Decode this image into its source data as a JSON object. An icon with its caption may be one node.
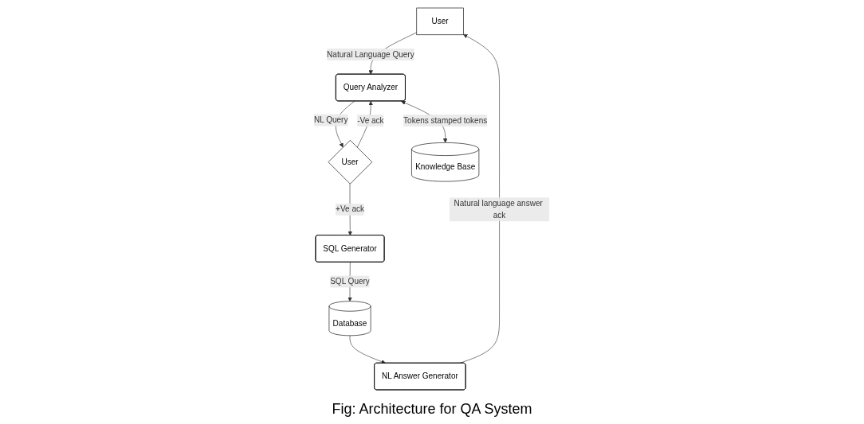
{
  "diagram": {
    "caption": "Fig: Architecture for QA System",
    "nodes": [
      {
        "text": [
          "User"
        ]
      },
      {
        "text": [
          "Query Analyzer"
        ]
      },
      {
        "text": [
          "User"
        ]
      },
      {
        "text": [
          "NL Answer Generator"
        ]
      },
      {
        "text": [
          "Knowledge Base"
        ]
      },
      {
        "text": [
          "SQL Generator"
        ]
      },
      {
        "text": [
          "Database"
        ]
      }
    ],
    "edges": [
      {
        "from": 0,
        "to": 1,
        "arrow": "to",
        "label": "Natural Language Query"
      },
      {
        "from": 1,
        "to": 2,
        "arrow": "to",
        "label": "NL Query"
      },
      {
        "from": 2,
        "to": 1,
        "arrow": "to",
        "label": "-Ve ack"
      },
      {
        "from": 1,
        "to": 4,
        "arrow": "both",
        "label": "Tokens stamped tokens"
      },
      {
        "from": 2,
        "to": 5,
        "arrow": "to",
        "label": "+Ve ack"
      },
      {
        "from": 5,
        "to": 6,
        "arrow": "to",
        "label": "SQL Query"
      },
      {
        "from": 6,
        "to": 3,
        "arrow": "to"
      },
      {
        "from": 3,
        "to": 0,
        "arrow": "to",
        "label": "Natural language answer ack"
      }
    ]
  }
}
